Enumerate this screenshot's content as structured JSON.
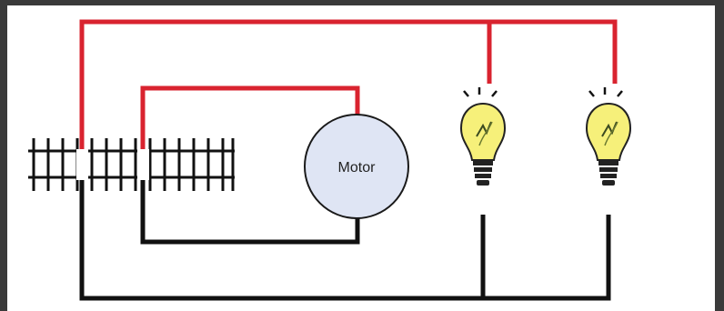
{
  "diagram": {
    "motor": {
      "label": "Motor"
    },
    "colors": {
      "background_border": "#3a3a3a",
      "canvas": "#ffffff",
      "positive_wire": "#d9232f",
      "negative_wire": "#111111",
      "motor_fill": "#dfe5f4",
      "motor_stroke": "#1a1a1a",
      "bulb_glass": "#f6f07a",
      "bulb_base": "#222222"
    },
    "components": [
      "terminal-block",
      "motor",
      "light-bulb-1",
      "light-bulb-2"
    ],
    "icons": [
      "terminal-block-icon",
      "motor-icon",
      "light-bulb-icon",
      "light-bulb-icon"
    ]
  }
}
